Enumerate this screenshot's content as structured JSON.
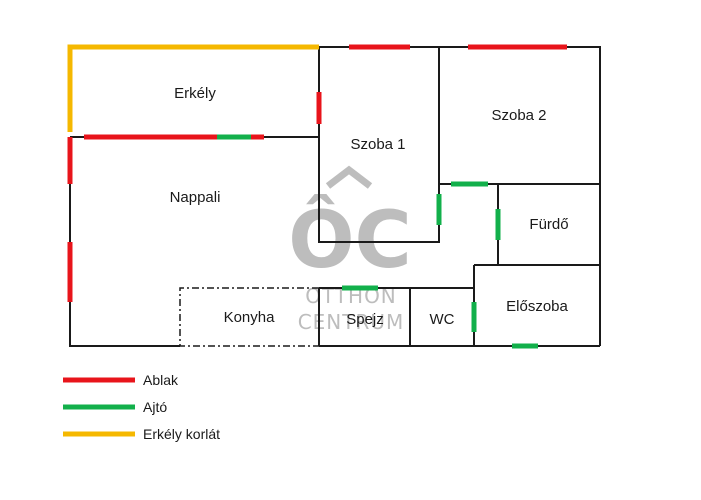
{
  "colors": {
    "window": "#e8141b",
    "door": "#12b04b",
    "railing": "#f5b800",
    "wall": "#1a1a1a",
    "watermark": "#bdbdbd"
  },
  "rooms": {
    "erkely": "Erkély",
    "nappali": "Nappali",
    "szoba1": "Szoba 1",
    "szoba2": "Szoba 2",
    "furdo": "Fürdő",
    "konyha": "Konyha",
    "spejz": "Spejz",
    "wc": "WC",
    "eloszoba": "Előszoba"
  },
  "legend": {
    "window": "Ablak",
    "door": "Ajtó",
    "railing": "Erkély korlát"
  },
  "watermark": {
    "logo": "ÔC",
    "line1": "OTTHON",
    "line2": "CENTRUM"
  }
}
